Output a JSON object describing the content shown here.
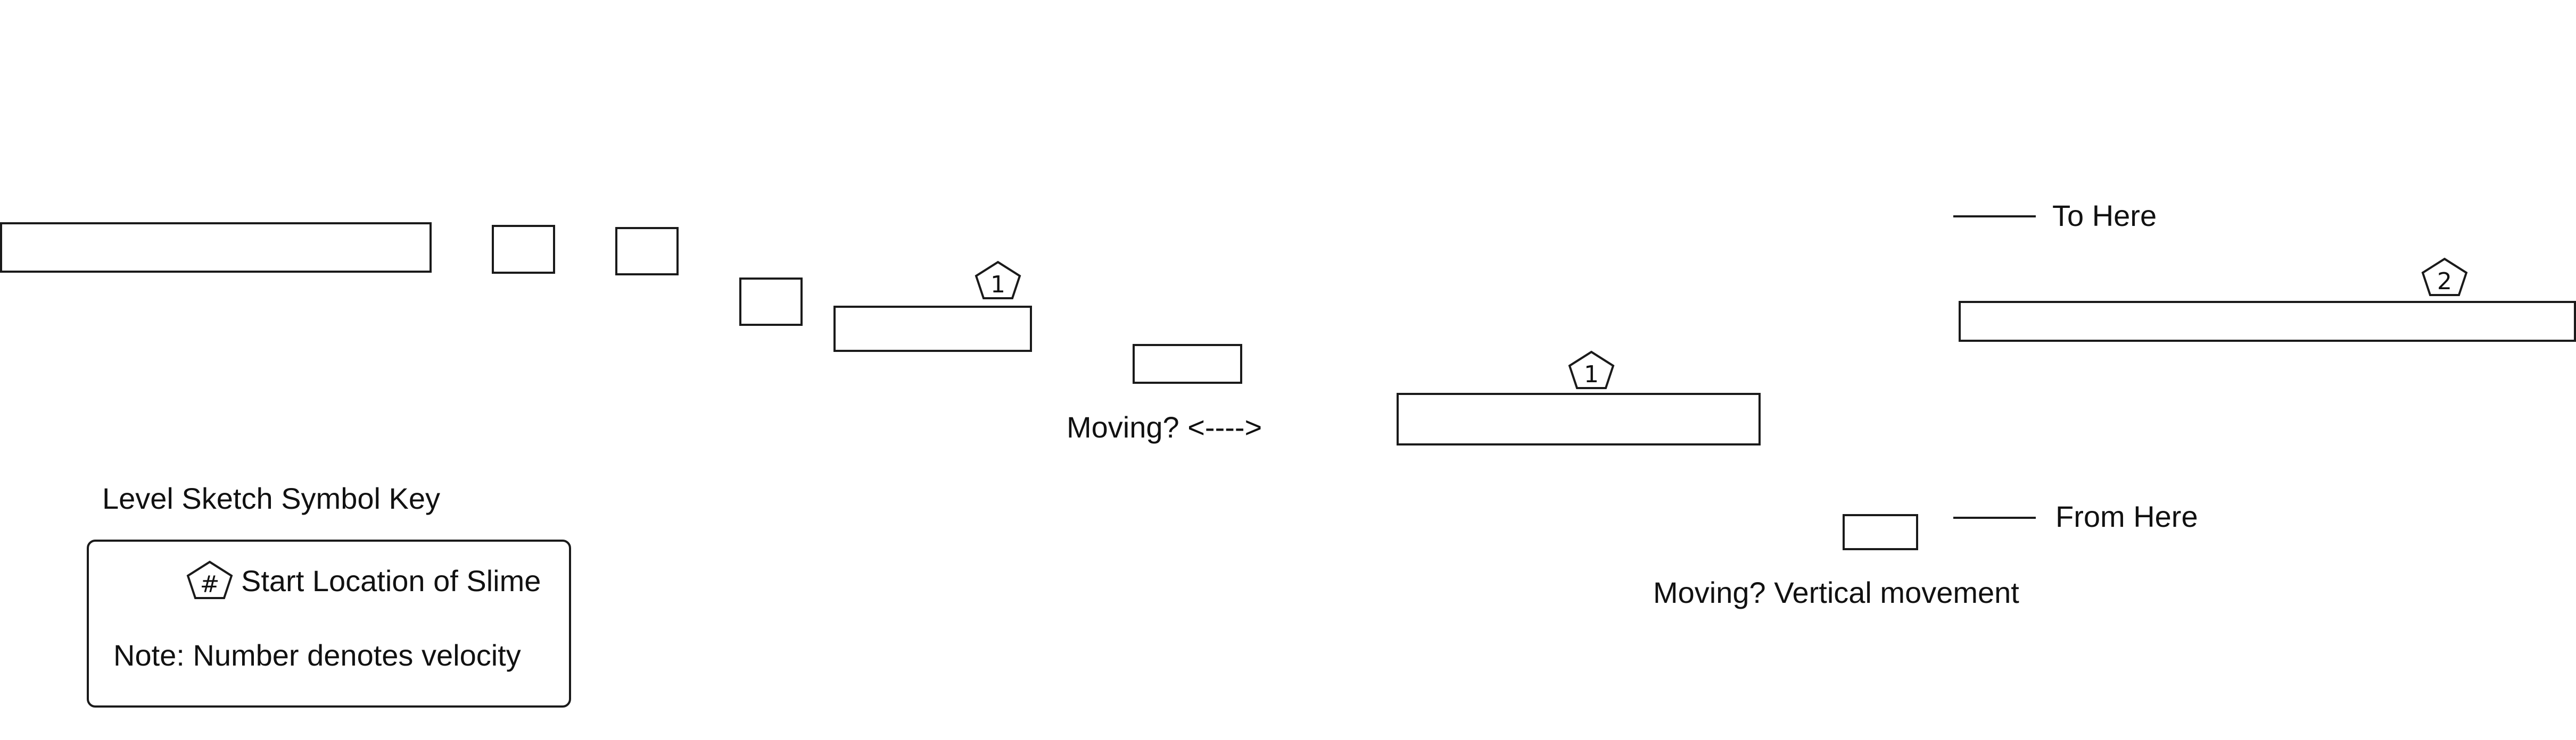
{
  "slime_markers": [
    "1",
    "1",
    "2"
  ],
  "labels": {
    "moving_horizontal": "Moving? <---->",
    "to_here": "To Here",
    "from_here": "From Here",
    "moving_vertical": "Moving? Vertical movement"
  },
  "key": {
    "title": "Level Sketch Symbol Key",
    "symbol": "#",
    "start_location": "Start Location of Slime",
    "note": "Note: Number denotes velocity"
  }
}
